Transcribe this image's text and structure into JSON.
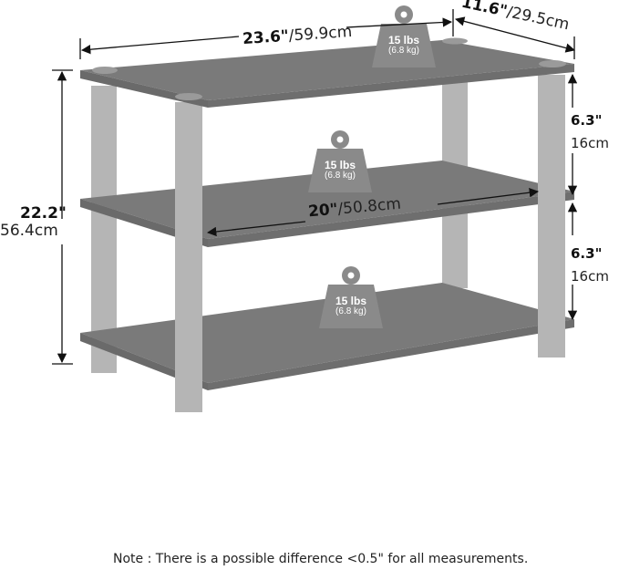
{
  "dimensions": {
    "width": {
      "imperial": "23.6\"",
      "metric": "/59.9cm"
    },
    "depth": {
      "imperial": "11.6\"",
      "metric": "/29.5cm"
    },
    "inner_width": {
      "imperial": "20\"",
      "metric": "/50.8cm"
    },
    "height": {
      "imperial": "22.2\"",
      "metric": "56.4cm"
    },
    "gap_upper": {
      "imperial": "6.3\"",
      "metric": "16cm"
    },
    "gap_lower": {
      "imperial": "6.3\"",
      "metric": "16cm"
    }
  },
  "weights": [
    {
      "shelf": "top",
      "lbs": "15 lbs",
      "kg": "(6.8 kg)"
    },
    {
      "shelf": "middle",
      "lbs": "15 lbs",
      "kg": "(6.8 kg)"
    },
    {
      "shelf": "bottom",
      "lbs": "15 lbs",
      "kg": "(6.8 kg)"
    }
  ],
  "note": "Note : There is a possible difference <0.5\" for all measurements.",
  "colors": {
    "shelf": "#7a7a7a",
    "shelf_edge": "#6e6e6e",
    "leg": "#b5b5b5",
    "cap": "#9a9a9a",
    "weight_badge": "#8a8a8a",
    "line": "#111111"
  }
}
